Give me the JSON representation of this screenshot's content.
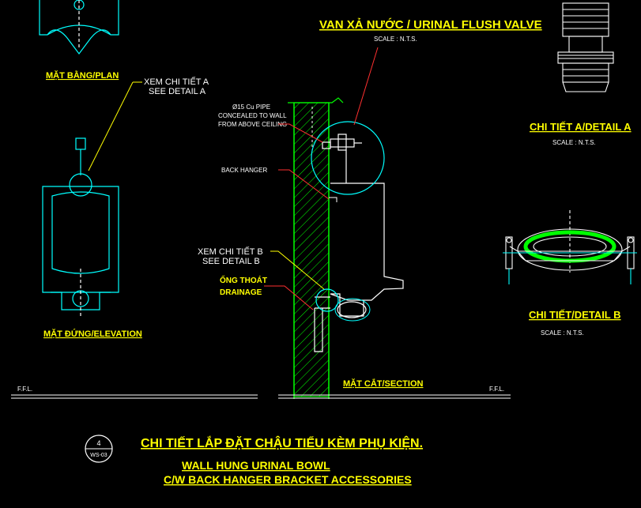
{
  "colors": {
    "background": "#000000",
    "cyan": "#00ffff",
    "green": "#00ff00",
    "yellow": "#ffff00",
    "white": "#ffffff",
    "red": "#ff3030"
  },
  "plan": {
    "label": "MẶT BẰNG/PLAN"
  },
  "detail_ref_a": {
    "line1": "XEM CHI TIẾT A",
    "line2": "SEE DETAIL A"
  },
  "elevation": {
    "label": "MẶT ĐỨNG/ELEVATION"
  },
  "flush_valve": {
    "title": "VAN XẢ NƯỚC / URINAL FLUSH VALVE",
    "scale": "SCALE : N.T.S."
  },
  "pipe_note": {
    "line1": "Ø15 Cu PIPE",
    "line2": "CONCEALED TO WALL",
    "line3": "FROM ABOVE CEILING"
  },
  "back_hanger": {
    "label": "BACK HANGER"
  },
  "detail_ref_b": {
    "line1": "XEM CHI TIẾT B",
    "line2": "SEE DETAIL B"
  },
  "drainage": {
    "line1": "ỐNG THOÁT",
    "line2": "DRAINAGE"
  },
  "section": {
    "label": "MẶT CẮT/SECTION"
  },
  "detail_a": {
    "title": "CHI TIẾT A/DETAIL A",
    "scale": "SCALE : N.T.S."
  },
  "detail_b": {
    "title": "CHI TIẾT/DETAIL B",
    "scale": "SCALE : N.T.S."
  },
  "ffl": {
    "left": "F.F.L.",
    "right": "F.F.L."
  },
  "drawing_ref": {
    "number": "4",
    "sheet": "WS-03"
  },
  "main_title": {
    "vn": "CHI TIẾT LẮP ĐẶT CHẬU TIỂU KÈM PHỤ KIỆN.",
    "en1": "WALL HUNG URINAL BOWL",
    "en2": "C/W BACK HANGER BRACKET ACCESSORIES"
  }
}
